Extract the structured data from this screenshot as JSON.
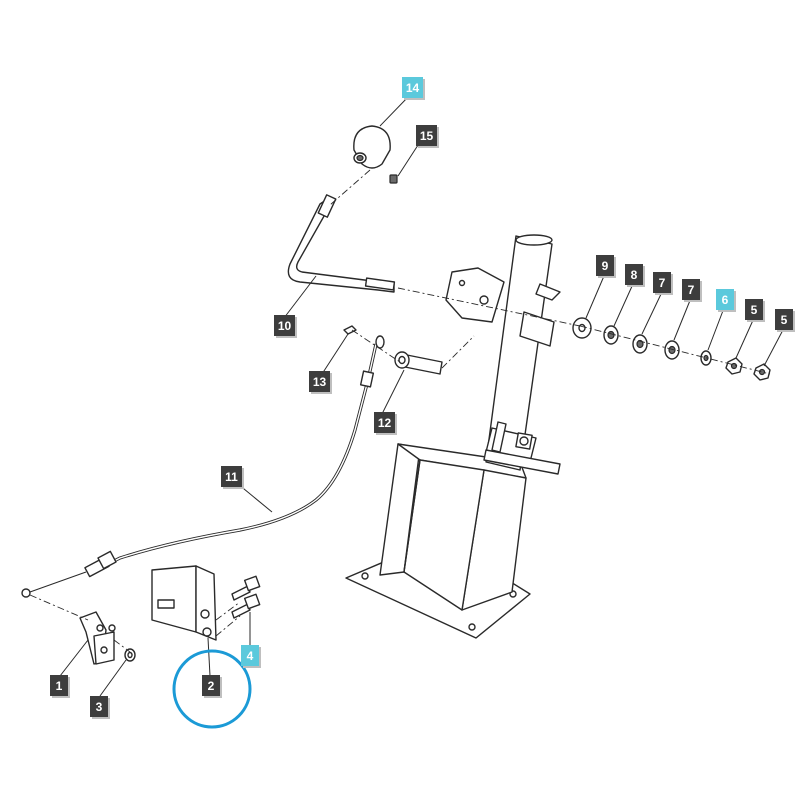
{
  "colors": {
    "label_default": "#3d3d3d",
    "label_highlight": "#5bc9dc",
    "selection_ring": "#1b9ad6",
    "line": "#2a2a2a"
  },
  "callouts": [
    {
      "id": "c14",
      "text": "14",
      "highlight": true
    },
    {
      "id": "c15",
      "text": "15",
      "highlight": false
    },
    {
      "id": "c10",
      "text": "10",
      "highlight": false
    },
    {
      "id": "c9",
      "text": "9",
      "highlight": false
    },
    {
      "id": "c8",
      "text": "8",
      "highlight": false
    },
    {
      "id": "c7a",
      "text": "7",
      "highlight": false
    },
    {
      "id": "c7b",
      "text": "7",
      "highlight": false
    },
    {
      "id": "c6",
      "text": "6",
      "highlight": true
    },
    {
      "id": "c5a",
      "text": "5",
      "highlight": false
    },
    {
      "id": "c5b",
      "text": "5",
      "highlight": false
    },
    {
      "id": "c13",
      "text": "13",
      "highlight": false
    },
    {
      "id": "c12",
      "text": "12",
      "highlight": false
    },
    {
      "id": "c11",
      "text": "11",
      "highlight": false
    },
    {
      "id": "c4",
      "text": "4",
      "highlight": true
    },
    {
      "id": "c1",
      "text": "1",
      "highlight": false
    },
    {
      "id": "c2",
      "text": "2",
      "highlight": false
    },
    {
      "id": "c3",
      "text": "3",
      "highlight": false
    }
  ],
  "selected_part": "2"
}
